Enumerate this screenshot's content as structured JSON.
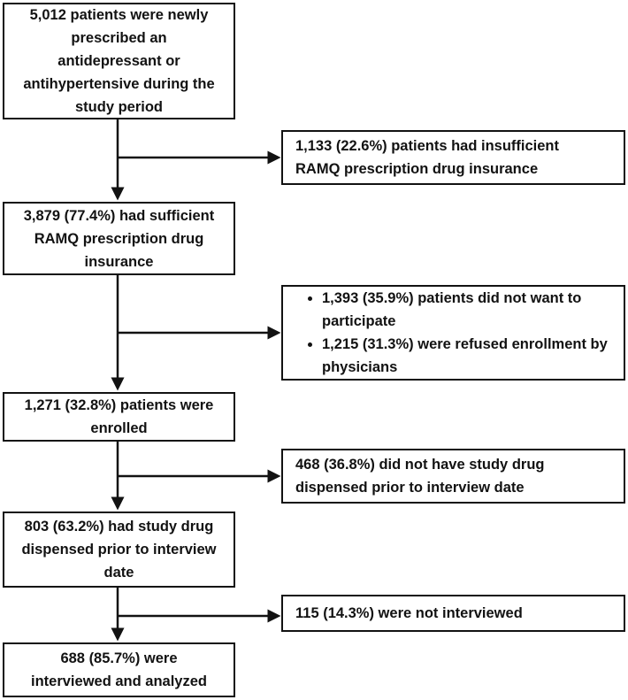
{
  "diagram": {
    "type": "patient-enrollment-flowchart",
    "colors": {
      "background": "#ffffff",
      "box_border": "#121212",
      "text": "#121212",
      "arrow": "#121212"
    },
    "main_flow": [
      {
        "label": "5,012 patients were newly\nprescribed an\nantidepressant or\nantihypertensive during the\nstudy period"
      },
      {
        "label": "3,879 (77.4%) had sufficient\nRAMQ prescription drug\ninsurance"
      },
      {
        "label": "1,271 (32.8%) patients were\nenrolled"
      },
      {
        "label": "803 (63.2%) had study drug\ndispensed prior to interview\ndate"
      },
      {
        "label": "688 (85.7%) were\ninterviewed and analyzed"
      }
    ],
    "exclusions": [
      {
        "label": "1,133 (22.6%) patients had insufficient\nRAMQ prescription drug insurance"
      },
      {
        "bullets": [
          "1,393 (35.9%) patients did not want to\nparticipate",
          "1,215 (31.3%) were refused enrollment by\nphysicians"
        ]
      },
      {
        "label": "468 (36.8%) did not have study drug\ndispensed prior to interview date"
      },
      {
        "label": "115 (14.3%) were not interviewed"
      }
    ]
  }
}
